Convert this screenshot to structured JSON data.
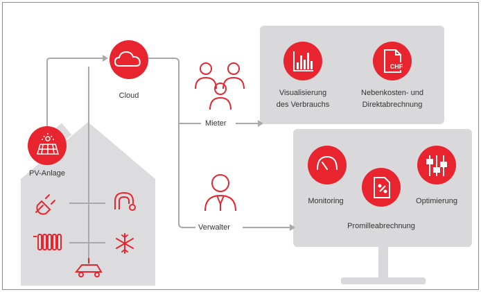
{
  "labels": {
    "cloud": "Cloud",
    "pv": "PV-Anlage",
    "mieter": "Mieter",
    "verwalter": "Verwalter",
    "visualisierung_line1": "Visualisierung",
    "visualisierung_line2": "des Verbrauchs",
    "nebenkosten_line1": "Nebenkosten- und",
    "nebenkosten_line2": "Direktabrechnung",
    "chf_badge": "CHF",
    "monitoring": "Monitoring",
    "optimierung": "Optimierung",
    "promille": "Promilleabrechnung"
  },
  "colors": {
    "accent": "#e8242e",
    "panel": "#d9d9db",
    "house": "#dedee0",
    "line": "#a7a7aa",
    "icon_outline": "#e8242e",
    "frame": "#777777"
  },
  "icons": [
    "cloud-icon",
    "solar-panel-icon",
    "mieter-people-icon",
    "verwalter-person-icon",
    "bar-chart-icon",
    "chf-document-icon",
    "gauge-icon",
    "document-percent-icon",
    "sliders-icon",
    "plug-icon",
    "heat-pump-icon",
    "radiator-icon",
    "snowflake-icon",
    "ev-charging-icon"
  ]
}
